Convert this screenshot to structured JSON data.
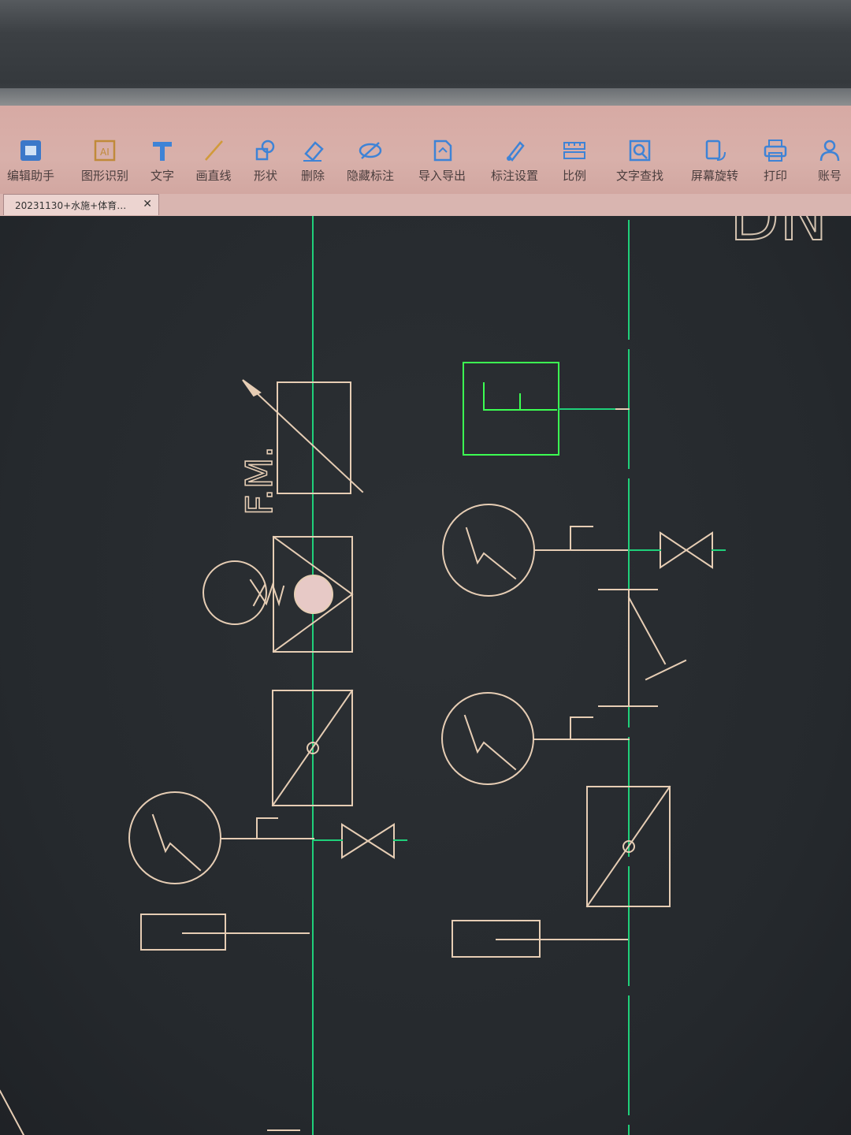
{
  "toolbar": {
    "items": [
      {
        "label": "编辑助手",
        "icon": "edit-assistant-icon"
      },
      {
        "label": "图形识别",
        "icon": "image-recognition-icon"
      },
      {
        "label": "文字",
        "icon": "text-icon"
      },
      {
        "label": "画直线",
        "icon": "line-icon"
      },
      {
        "label": "形状",
        "icon": "shape-icon"
      },
      {
        "label": "删除",
        "icon": "eraser-icon"
      },
      {
        "label": "隐藏标注",
        "icon": "hide-annotation-icon"
      },
      {
        "label": "导入导出",
        "icon": "import-export-icon"
      },
      {
        "label": "标注设置",
        "icon": "annotation-settings-icon"
      },
      {
        "label": "比例",
        "icon": "scale-icon"
      },
      {
        "label": "文字查找",
        "icon": "text-search-icon"
      },
      {
        "label": "屏幕旋转",
        "icon": "screen-rotate-icon"
      },
      {
        "label": "打印",
        "icon": "print-icon"
      },
      {
        "label": "账号",
        "icon": "account-icon"
      }
    ]
  },
  "tab": {
    "title": "20231130+水施+体育…",
    "close": "✕"
  },
  "drawing": {
    "labels": {
      "flow_meter": "F.M.",
      "corner_text": "DN"
    },
    "colors": {
      "pipe_line": "#1fd07a",
      "symbol": "#e6cdb4",
      "selection": "#3cff52"
    }
  }
}
